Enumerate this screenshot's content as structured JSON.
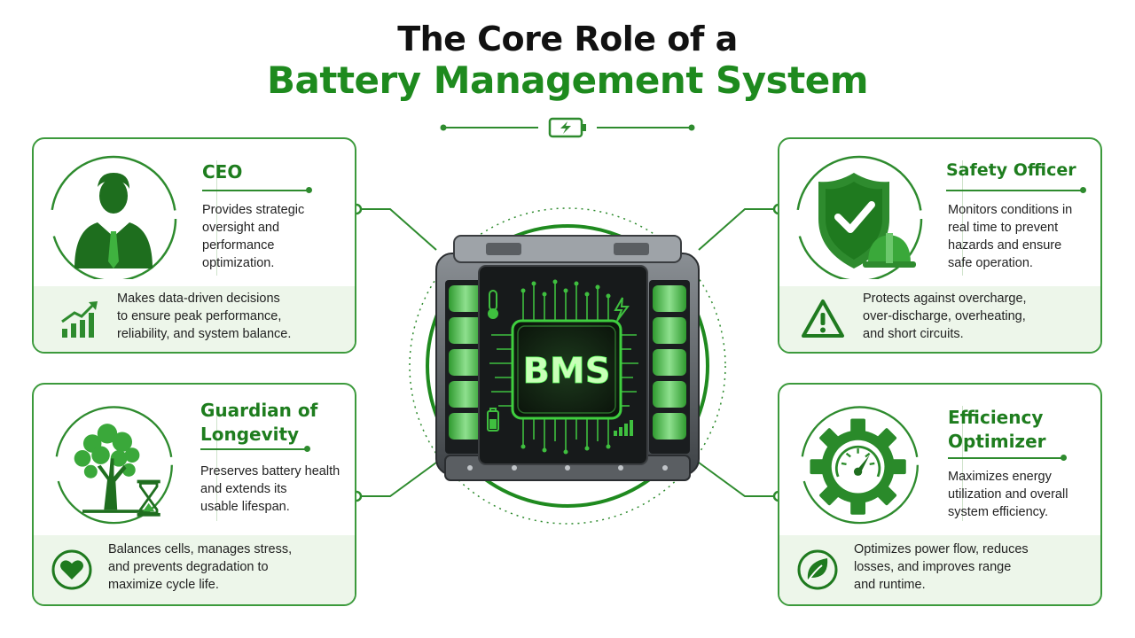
{
  "title": {
    "line1": "The Core Role of a",
    "line2": "Battery Management System"
  },
  "center": {
    "chip_label": "BMS"
  },
  "colors": {
    "accent": "#1e8a1e",
    "card_border": "#3c9a3c",
    "card_bottom": "#edf6ea"
  },
  "cards": {
    "ceo": {
      "heading": "CEO",
      "description": [
        "Provides strategic",
        "oversight and",
        "performance",
        "optimization."
      ],
      "detail": [
        "Makes data-driven decisions",
        "to ensure peak performance,",
        "reliability, and system balance."
      ],
      "icon": "businessman-icon",
      "detail_icon": "growth-chart-icon"
    },
    "safety": {
      "heading": "Safety Officer",
      "description": [
        "Monitors conditions in",
        "real time to prevent",
        "hazards and ensure",
        "safe operation."
      ],
      "detail": [
        "Protects against overcharge,",
        "over-discharge, overheating,",
        "and short circuits."
      ],
      "icon": "shield-check-hardhat-icon",
      "detail_icon": "warning-icon"
    },
    "guardian": {
      "heading": [
        "Guardian of",
        "Longevity"
      ],
      "description": [
        "Preserves battery health",
        "and extends its",
        "usable lifespan."
      ],
      "detail": [
        "Balances cells, manages stress,",
        "and prevents degradation to",
        "maximize cycle life."
      ],
      "icon": "tree-hourglass-icon",
      "detail_icon": "heart-icon"
    },
    "efficiency": {
      "heading": [
        "Efficiency",
        "Optimizer"
      ],
      "description": [
        "Maximizes energy",
        "utilization and overall",
        "system efficiency."
      ],
      "detail": [
        "Optimizes power flow, reduces",
        "losses, and improves range",
        "and runtime."
      ],
      "icon": "gear-gauge-icon",
      "detail_icon": "leaf-icon"
    }
  }
}
